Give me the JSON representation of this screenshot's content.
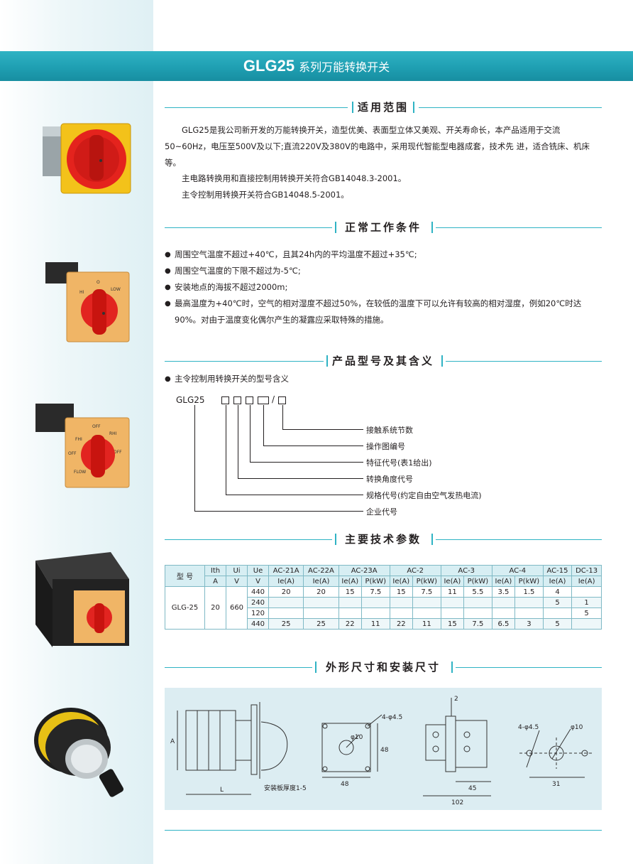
{
  "banner": {
    "series": "GLG25",
    "title": "系列万能转换开关"
  },
  "sections": {
    "scope": "适用范围",
    "conditions": "正常工作条件",
    "model": "产品型号及其含义",
    "params": "主要技术参数",
    "dimensions": "外形尺寸和安装尺寸"
  },
  "scope": {
    "p1": "GLG25是我公司新开发的万能转换开关，造型优美、表面型立体又美观、开关寿命长，本产品适用于交流50~60Hz，电压至500V及以下;直流220V及380V的电路中，采用现代智能型电器成套，技术先 进，适合铣床、机床等。",
    "p2": "主电路转换用和直接控制用转换开关符合GB14048.3-2001。",
    "p3": "主令控制用转换开关符合GB14048.5-2001。"
  },
  "conditions": [
    "周围空气温度不超过+40℃，且其24h内的平均温度不超过+35℃;",
    "周围空气温度的下限不超过为-5℃;",
    "安装地点的海拔不超过2000m;",
    "最高温度为+40℃时，空气的相对湿度不超过50%，在较低的温度下可以允许有较高的相对湿度，例如20℃时达90%。对由于温度变化偶尔产生的凝露应采取特殊的措施。"
  ],
  "model": {
    "bullet": "主令控制用转换开关的型号含义",
    "code": "GLG25",
    "slash": "/",
    "items": [
      "接触系统节数",
      "操作图编号",
      "特征代号(表1给出)",
      "转换角度代号",
      "规格代号(约定自由空气发热电流)",
      "企业代号"
    ]
  },
  "table": {
    "h1": [
      "型 号",
      "Ith",
      "Ui",
      "Ue",
      "AC-21A",
      "AC-22A",
      "AC-23A",
      "AC-2",
      "AC-3",
      "AC-4",
      "AC-15",
      "DC-13"
    ],
    "h2": [
      "A",
      "V",
      "V",
      "Ie(A)",
      "Ie(A)",
      "Ie(A)",
      "P(kW)",
      "Ie(A)",
      "P(kW)",
      "Ie(A)",
      "P(kW)",
      "Ie(A)",
      "P(kW)",
      "Ie(A)",
      "Ie(A)"
    ],
    "model": "GLG-25",
    "ith": "20",
    "ui": "660",
    "rows": [
      [
        "440",
        "20",
        "20",
        "15",
        "7.5",
        "15",
        "7.5",
        "11",
        "5.5",
        "3.5",
        "1.5",
        "4",
        ""
      ],
      [
        "240",
        "",
        "",
        "",
        "",
        "",
        "",
        "",
        "",
        "",
        "",
        "5",
        "1"
      ],
      [
        "120",
        "",
        "",
        "",
        "",
        "",
        "",
        "",
        "",
        "",
        "",
        "",
        "5"
      ],
      [
        "440",
        "25",
        "25",
        "22",
        "11",
        "22",
        "11",
        "15",
        "7.5",
        "6.5",
        "3",
        "5",
        ""
      ]
    ]
  },
  "drawing": {
    "A": "A",
    "L": "L",
    "plate": "安装板厚度1-5",
    "holes4": "4-φ4.5",
    "phi10": "φ10",
    "d48": "48",
    "d48v": "48",
    "d2": "2",
    "d45": "45",
    "d102": "102",
    "holes4b": "4-φ4.5",
    "phi10b": "φ10",
    "d31": "31"
  },
  "photo_labels": {
    "p2": [
      "HI",
      "O",
      "LOW"
    ],
    "p3": [
      "OFF",
      "FHI",
      "RHI",
      "OFF",
      "OFF",
      "FLOW"
    ]
  }
}
